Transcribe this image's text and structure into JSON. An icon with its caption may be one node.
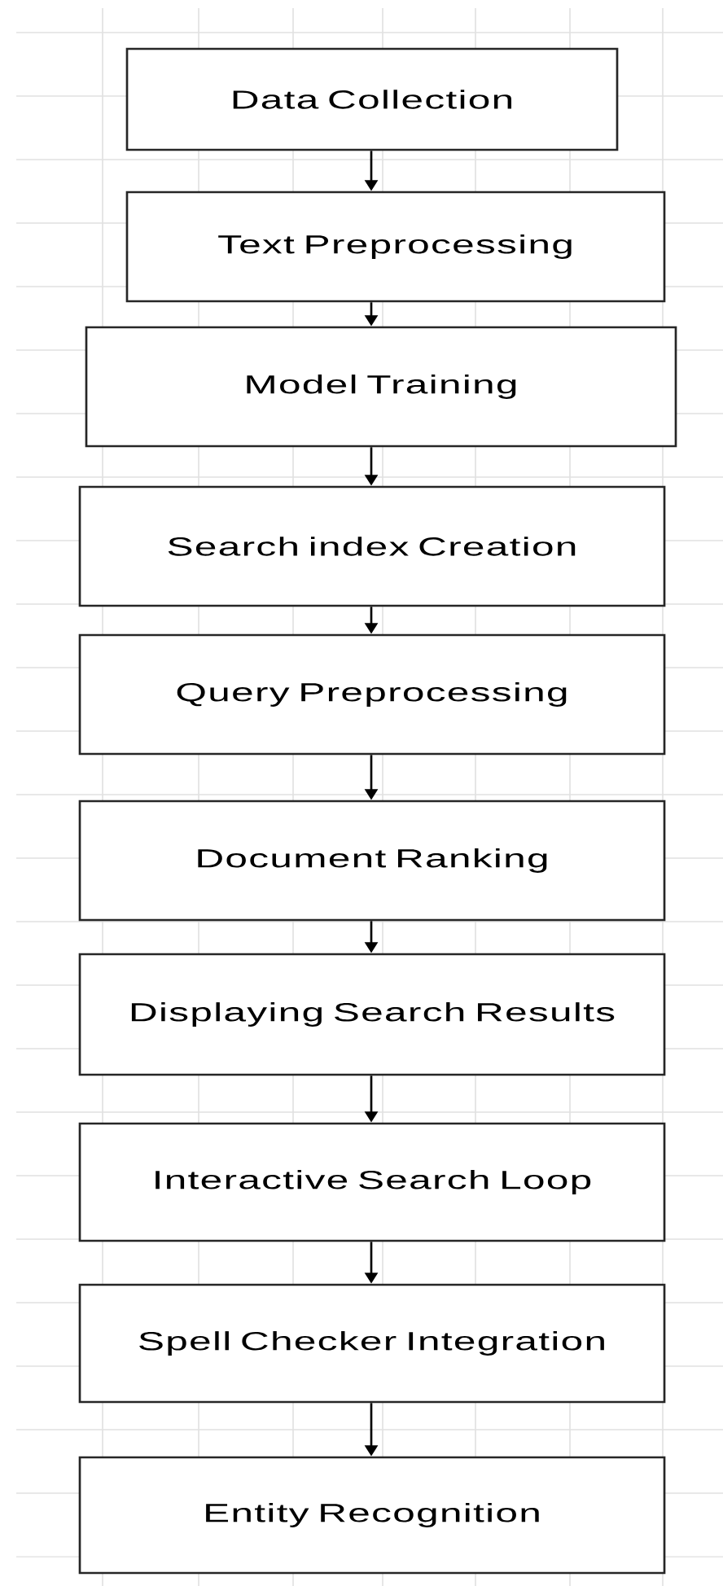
{
  "diagram": {
    "nodes": [
      {
        "text": [
          "Data Collection"
        ]
      },
      {
        "text": [
          "Text Preprocessing"
        ]
      },
      {
        "text": [
          "Model Training"
        ]
      },
      {
        "text": [
          "Search index Creation"
        ]
      },
      {
        "text": [
          "Query Preprocessing"
        ]
      },
      {
        "text": [
          "Document Ranking"
        ]
      },
      {
        "text": [
          "Displaying Search Results"
        ]
      },
      {
        "text": [
          "Interactive Search Loop"
        ]
      },
      {
        "text": [
          "Spell Checker Integration"
        ]
      },
      {
        "text": [
          "Entity Recognition"
        ]
      }
    ],
    "edges": [
      {
        "from": 0,
        "to": 1,
        "arrow": "to"
      },
      {
        "from": 1,
        "to": 2,
        "arrow": "to"
      },
      {
        "from": 2,
        "to": 3,
        "arrow": "to"
      },
      {
        "from": 3,
        "to": 4,
        "arrow": "to"
      },
      {
        "from": 4,
        "to": 5,
        "arrow": "to"
      },
      {
        "from": 5,
        "to": 6,
        "arrow": "to"
      },
      {
        "from": 6,
        "to": 7,
        "arrow": "to"
      },
      {
        "from": 7,
        "to": 8,
        "arrow": "to"
      },
      {
        "from": 8,
        "to": 9,
        "arrow": "to"
      }
    ]
  }
}
